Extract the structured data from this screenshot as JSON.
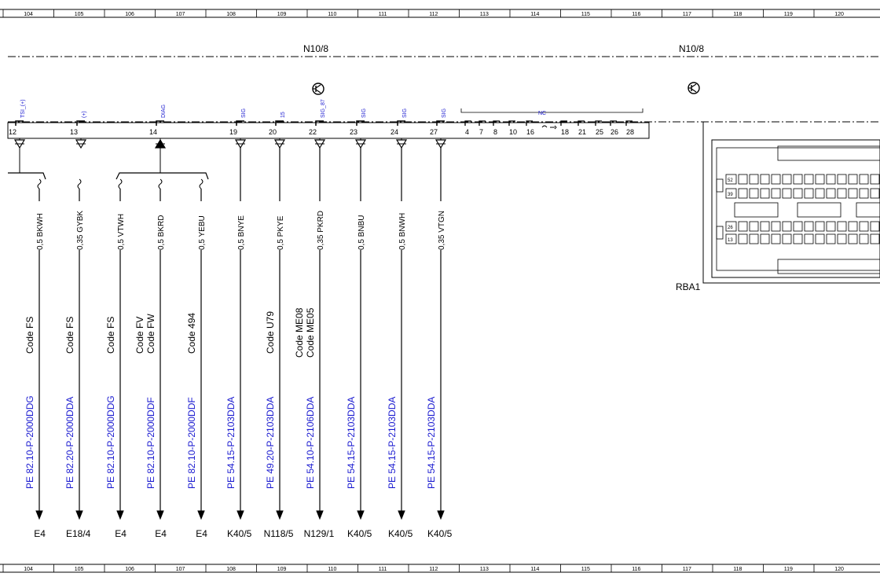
{
  "grid_top": [
    "104",
    "105",
    "106",
    "107",
    "108",
    "109",
    "110",
    "111",
    "112",
    "113",
    "114",
    "115",
    "116",
    "117",
    "118",
    "119",
    "120"
  ],
  "grid_bottom": [
    "104",
    "105",
    "106",
    "107",
    "108",
    "109",
    "110",
    "111",
    "112",
    "113",
    "114",
    "115",
    "116",
    "117",
    "118",
    "119",
    "120"
  ],
  "module_left": "N10/8",
  "module_right": "N10/8",
  "connector_label": "RBA1",
  "nc_label": "NC",
  "pins": [
    {
      "num": "12",
      "sig": "TSI_(+)"
    },
    {
      "num": "13",
      "sig": "(+)"
    },
    {
      "num": "14",
      "sig": "DIAG"
    },
    {
      "num": "19",
      "sig": "SIG"
    },
    {
      "num": "20",
      "sig": "15"
    },
    {
      "num": "22",
      "sig": "SIG_87"
    },
    {
      "num": "23",
      "sig": "SIG"
    },
    {
      "num": "24",
      "sig": "SIG"
    },
    {
      "num": "27",
      "sig": "SIG"
    }
  ],
  "nc_pins": [
    "4",
    "7",
    "8",
    "10",
    "16",
    "18",
    "21",
    "25",
    "26",
    "28"
  ],
  "wires": [
    {
      "label": "0,5 BKWH",
      "code": [
        "Code FS"
      ],
      "ref": "PE 82.10-P-2000DDG",
      "dest": "E4"
    },
    {
      "label": "0,35 GYBK",
      "code": [
        "Code FS"
      ],
      "ref": "PE 82.20-P-2000DDA",
      "dest": "E18/4"
    },
    {
      "label": "0,5 VTWH",
      "code": [
        "Code FS"
      ],
      "ref": "PE 82.10-P-2000DDG",
      "dest": "E4"
    },
    {
      "label": "0,5 BKRD",
      "code": [
        "Code FV",
        "Code FW"
      ],
      "ref": "PE 82.10-P-2000DDF",
      "dest": "E4"
    },
    {
      "label": "0,5 YEBU",
      "code": [
        "Code 494"
      ],
      "ref": "PE 82.10-P-2000DDF",
      "dest": "E4"
    },
    {
      "label": "0,5 BNYE",
      "code": [],
      "ref": "PE 54.15-P-2103DDA",
      "dest": "K40/5"
    },
    {
      "label": "0,5 PKYE",
      "code": [
        "Code U79"
      ],
      "ref": "PE 49.20-P-2103DDA",
      "dest": "N118/5"
    },
    {
      "label": "0,35 PKRD",
      "code": [
        "Code ME08",
        "Code ME05"
      ],
      "ref": "PE 54.10-P-2106DDA",
      "dest": "N129/1"
    },
    {
      "label": "0,5 BNBU",
      "code": [],
      "ref": "PE 54.15-P-2103DDA",
      "dest": "K40/5"
    },
    {
      "label": "0,5 BNWH",
      "code": [],
      "ref": "PE 54.15-P-2103DDA",
      "dest": "K40/5"
    },
    {
      "label": "0,35 VTGN",
      "code": [],
      "ref": "PE 54.15-P-2103DDA",
      "dest": "K40/5"
    }
  ],
  "connector_pins": [
    "52",
    "39",
    "26",
    "13"
  ],
  "colors": {
    "blue": "#1a1ad0",
    "line": "#000000"
  }
}
